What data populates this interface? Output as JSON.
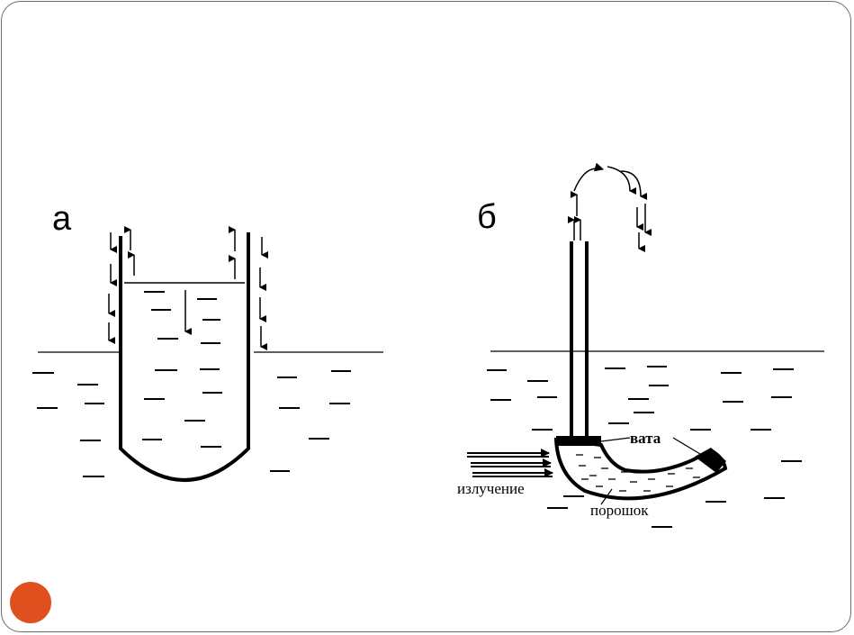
{
  "figure_a": {
    "label": "а"
  },
  "figure_b": {
    "label": "б",
    "labels": {
      "wool": "вата",
      "radiation": "излучение",
      "powder": "порошок"
    }
  },
  "colors": {
    "accent_dot": "#e04f1e",
    "frame": "#6b6b6b",
    "ink": "#000000"
  }
}
